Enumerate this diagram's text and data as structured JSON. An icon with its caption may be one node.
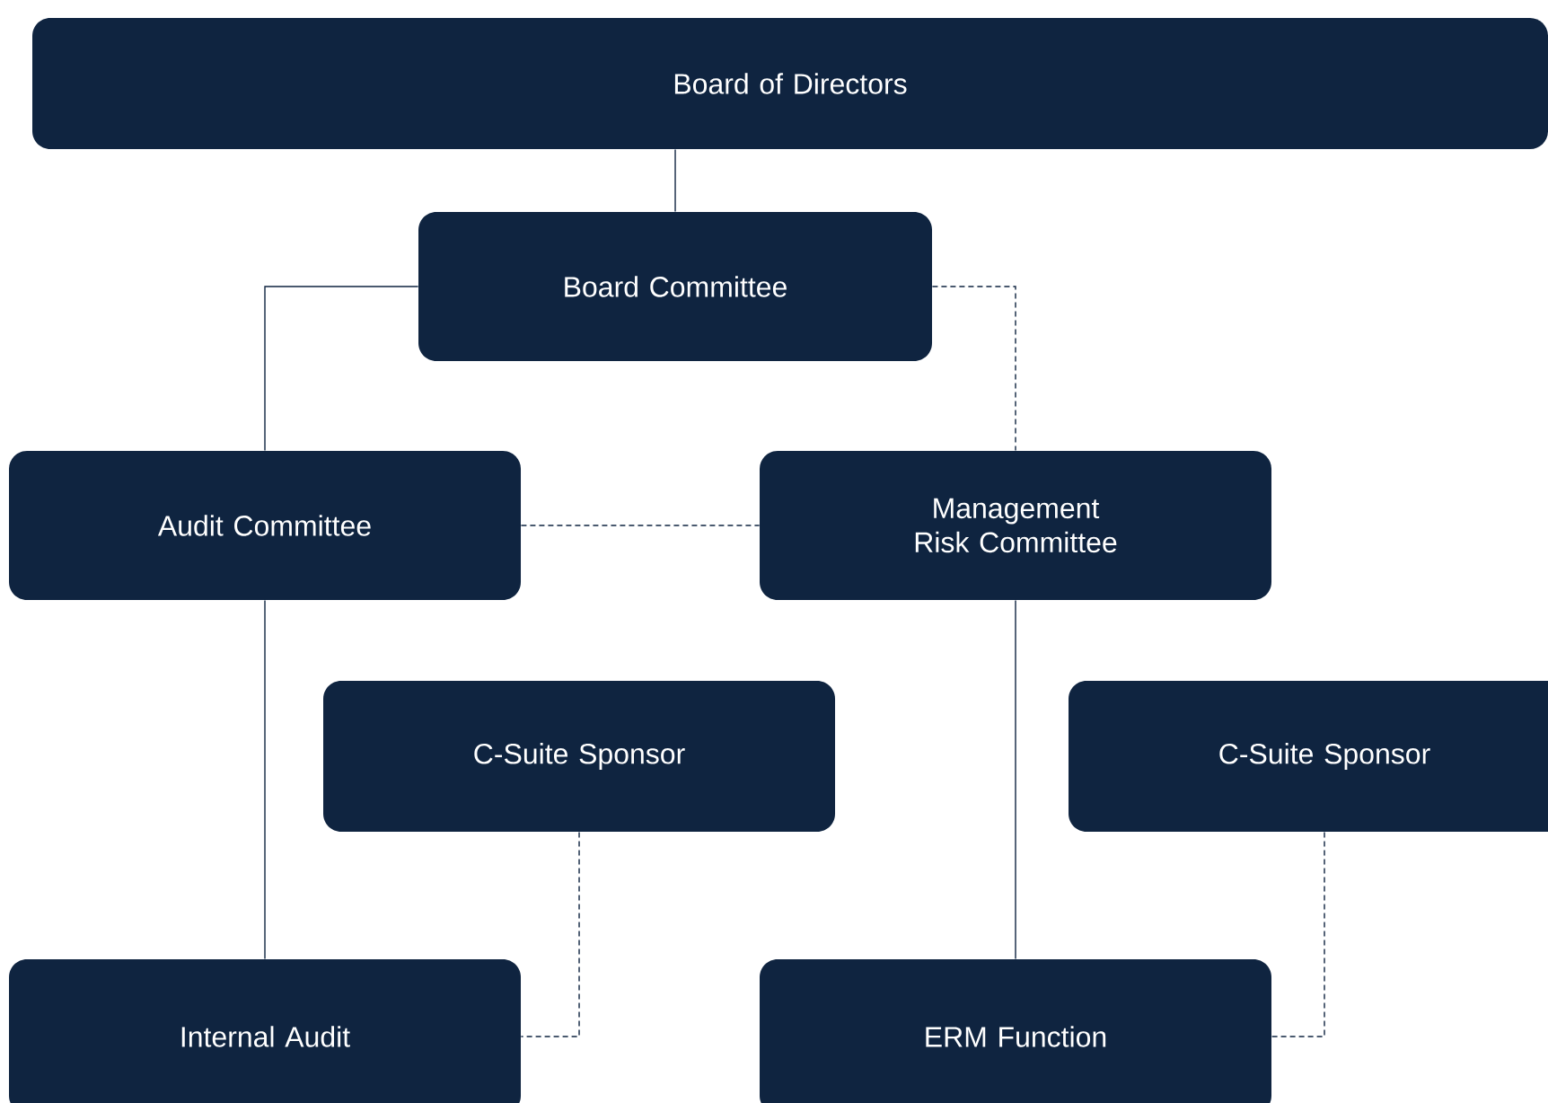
{
  "diagram": {
    "nodes": [
      {
        "text": [
          "Board of Directors"
        ]
      },
      {
        "text": [
          "Board Committee"
        ]
      },
      {
        "text": [
          "Audit Committee"
        ]
      },
      {
        "text": [
          "Management Risk Committee"
        ]
      },
      {
        "text": [
          "C-Suite Sponsor"
        ]
      },
      {
        "text": [
          "C-Suite Sponsor"
        ]
      },
      {
        "text": [
          "Internal Audit"
        ]
      },
      {
        "text": [
          "ERM Function"
        ]
      }
    ],
    "edges": [
      {
        "from": 0,
        "to": 1,
        "arrow": "none"
      },
      {
        "from": 1,
        "to": 2,
        "arrow": "none"
      },
      {
        "from": 1,
        "to": 3,
        "arrow": "none",
        "style": "dashed"
      },
      {
        "from": 2,
        "to": 3,
        "arrow": "none",
        "style": "dashed"
      },
      {
        "from": 2,
        "to": 6,
        "arrow": "none"
      },
      {
        "from": 3,
        "to": 7,
        "arrow": "none"
      },
      {
        "from": 4,
        "to": 6,
        "arrow": "none",
        "style": "dashed"
      },
      {
        "from": 5,
        "to": 7,
        "arrow": "none",
        "style": "dashed"
      }
    ]
  }
}
